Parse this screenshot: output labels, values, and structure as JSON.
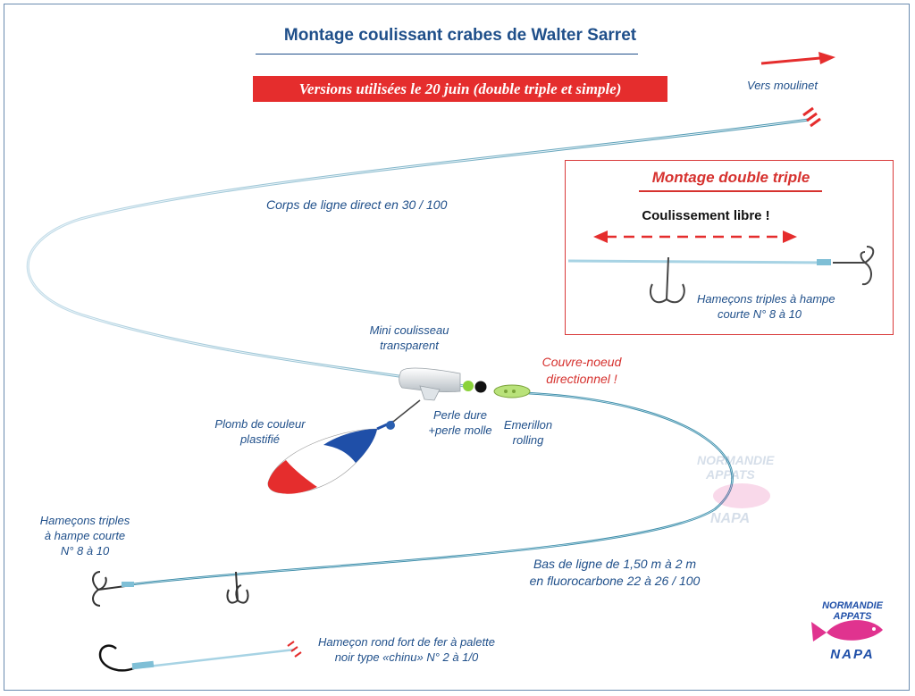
{
  "title": "Montage coulissant crabes de Walter Sarret",
  "banner": "Versions utilisées le 20 juin (double triple et simple)",
  "to_reel": "Vers moulinet",
  "main_line": "Corps de ligne direct en 30 / 100",
  "inset": {
    "title": "Montage double triple",
    "sliding": "Coulissement libre !",
    "hooks_l1": "Hameçons triples à hampe",
    "hooks_l2": "courte N° 8 à 10"
  },
  "slider_l1": "Mini coulisseau",
  "slider_l2": "transparent",
  "knot_l1": "Couvre-noeud",
  "knot_l2": "directionnel !",
  "sinker_l1": "Plomb de couleur",
  "sinker_l2": "plastifié",
  "beads_l1": "Perle dure",
  "beads_l2": "+perle molle",
  "swivel_l1": "Emerillon",
  "swivel_l2": "rolling",
  "treble_l1": "Hameçons triples",
  "treble_l2": "à hampe courte",
  "treble_l3": "N° 8 à 10",
  "leader_l1": "Bas de ligne de 1,50 m à 2 m",
  "leader_l2": "en fluorocarbone 22 à 26 / 100",
  "circle_l1": "Hameçon rond fort de fer à palette",
  "circle_l2": "noir type «chinu» N° 2 à 1/0",
  "logo": {
    "top1": "NORMANDIE",
    "top2": "APPATS",
    "bottom": "NAPA"
  },
  "colors": {
    "blue": "#1f4f8a",
    "red": "#e52d2d",
    "line": "#9cc7db",
    "leader": "#3a8aa6",
    "pink": "#e0338f"
  }
}
